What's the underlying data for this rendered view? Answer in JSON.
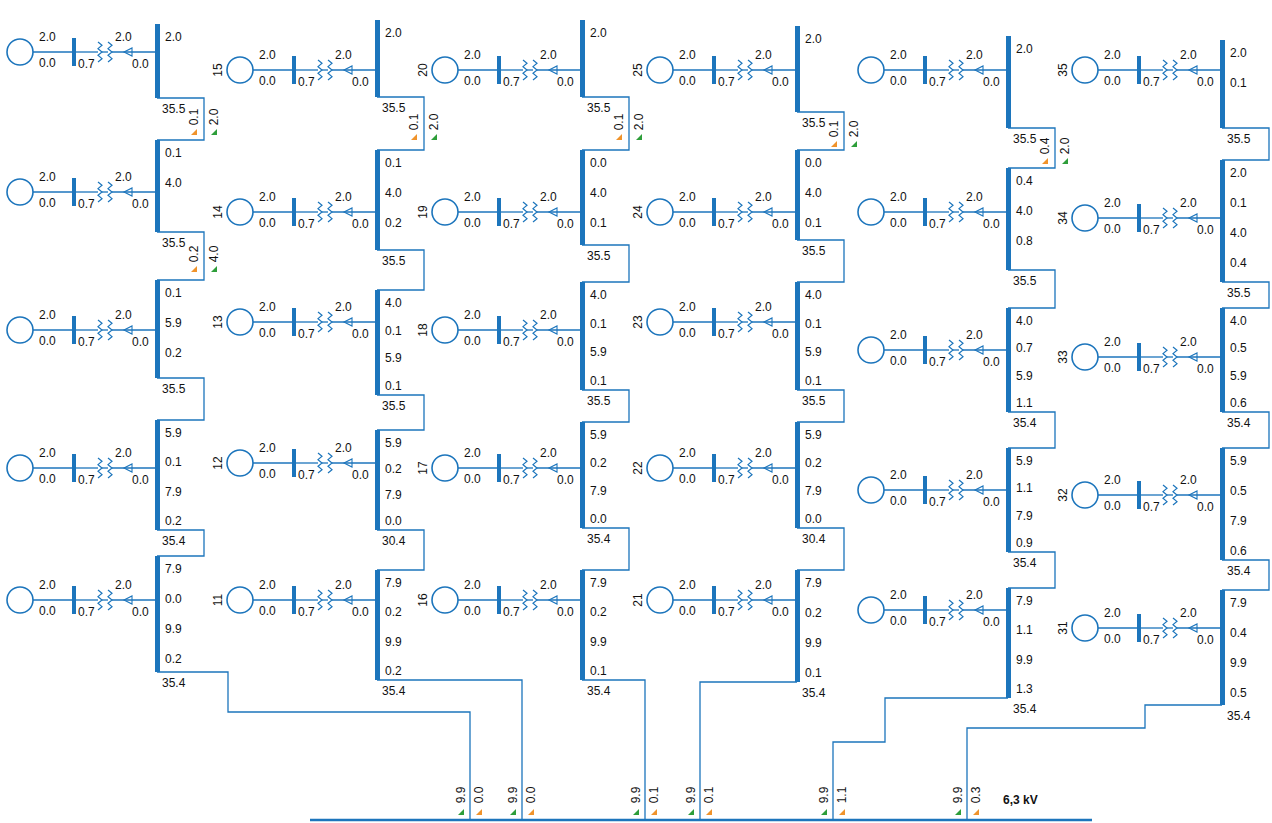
{
  "diagram": {
    "labels": [
      "2.0",
      "0.0",
      "0.7",
      "2.0",
      "0.0",
      "2.0",
      "35.5",
      "0.1",
      "2.0",
      "2.0",
      "0.0",
      "0.7",
      "2.0",
      "0.0",
      "0.1",
      "4.0",
      "35.5",
      "0.2",
      "4.0",
      "2.0",
      "0.0",
      "0.7",
      "2.0",
      "0.0",
      "0.1",
      "5.9",
      "0.2",
      "35.5",
      "2.0",
      "0.0",
      "0.7",
      "2.0",
      "0.0",
      "5.9",
      "0.1",
      "7.9",
      "0.2",
      "35.4",
      "2.0",
      "0.0",
      "0.7",
      "2.0",
      "0.0",
      "7.9",
      "0.0",
      "9.9",
      "0.2",
      "35.4",
      "2.0",
      "0.0",
      "0.7",
      "2.0",
      "0.0",
      "15",
      "2.0",
      "35.5",
      "0.1",
      "2.0",
      "2.0",
      "0.0",
      "0.7",
      "2.0",
      "0.0",
      "14",
      "0.1",
      "4.0",
      "0.2",
      "35.5",
      "2.0",
      "0.0",
      "0.7",
      "2.0",
      "0.0",
      "13",
      "4.0",
      "0.1",
      "5.9",
      "0.1",
      "35.5",
      "2.0",
      "0.0",
      "0.7",
      "2.0",
      "0.0",
      "12",
      "5.9",
      "0.2",
      "7.9",
      "0.0",
      "30.4",
      "2.0",
      "0.0",
      "0.7",
      "2.0",
      "0.0",
      "11",
      "7.9",
      "0.2",
      "9.9",
      "0.2",
      "35.4",
      "2.0",
      "0.0",
      "0.7",
      "2.0",
      "0.0",
      "20",
      "2.0",
      "35.5",
      "0.1",
      "2.0",
      "2.0",
      "0.0",
      "0.7",
      "2.0",
      "0.0",
      "19",
      "0.0",
      "4.0",
      "0.1",
      "35.5",
      "2.0",
      "0.0",
      "0.7",
      "2.0",
      "0.0",
      "18",
      "4.0",
      "0.1",
      "5.9",
      "0.1",
      "35.5",
      "2.0",
      "0.0",
      "0.7",
      "2.0",
      "0.0",
      "17",
      "5.9",
      "0.2",
      "7.9",
      "0.0",
      "35.4",
      "2.0",
      "0.0",
      "0.7",
      "2.0",
      "0.0",
      "16",
      "7.9",
      "0.2",
      "9.9",
      "0.1",
      "35.4",
      "2.0",
      "0.0",
      "0.7",
      "2.0",
      "0.0",
      "25",
      "2.0",
      "35.5",
      "0.1",
      "2.0",
      "2.0",
      "0.0",
      "0.7",
      "2.0",
      "0.0",
      "24",
      "0.0",
      "4.0",
      "0.1",
      "35.5",
      "2.0",
      "0.0",
      "0.7",
      "2.0",
      "0.0",
      "23",
      "4.0",
      "0.1",
      "5.9",
      "0.1",
      "35.5",
      "2.0",
      "0.0",
      "0.7",
      "2.0",
      "0.0",
      "22",
      "5.9",
      "0.2",
      "7.9",
      "0.0",
      "30.4",
      "2.0",
      "0.0",
      "0.7",
      "2.0",
      "0.0",
      "21",
      "7.9",
      "0.2",
      "9.9",
      "0.1",
      "35.4",
      "2.0",
      "0.0",
      "0.7",
      "2.0",
      "0.0",
      "2.0",
      "35.5",
      "0.4",
      "2.0",
      "2.0",
      "0.0",
      "0.7",
      "2.0",
      "0.0",
      "0.4",
      "4.0",
      "0.8",
      "35.5",
      "2.0",
      "0.0",
      "0.7",
      "2.0",
      "0.0",
      "4.0",
      "0.7",
      "5.9",
      "1.1",
      "35.4",
      "2.0",
      "0.0",
      "0.7",
      "2.0",
      "0.0",
      "5.9",
      "1.1",
      "7.9",
      "0.9",
      "35.4",
      "2.0",
      "0.0",
      "0.7",
      "2.0",
      "0.0",
      "7.9",
      "1.1",
      "9.9",
      "1.3",
      "35.4",
      "2.0",
      "0.0",
      "0.7",
      "2.0",
      "0.0",
      "35",
      "2.0",
      "0.1",
      "35.5",
      "2.0",
      "0.0",
      "0.7",
      "2.0",
      "0.0",
      "34",
      "2.0",
      "0.1",
      "4.0",
      "0.4",
      "35.5",
      "2.0",
      "0.0",
      "0.7",
      "2.0",
      "0.0",
      "33",
      "4.0",
      "0.5",
      "5.9",
      "0.6",
      "35.4",
      "2.0",
      "0.0",
      "0.7",
      "2.0",
      "0.0",
      "32",
      "5.9",
      "0.5",
      "7.9",
      "0.6",
      "35.4",
      "2.0",
      "0.0",
      "0.7",
      "2.0",
      "0.0",
      "31",
      "7.9",
      "0.4",
      "9.9",
      "0.5",
      "35.4",
      "9.9",
      "0.0",
      "9.9",
      "0.0",
      "9.9",
      "0.1",
      "9.9",
      "0.1",
      "9.9",
      "1.1",
      "9.9",
      "0.3",
      "6,3 kV"
    ]
  }
}
